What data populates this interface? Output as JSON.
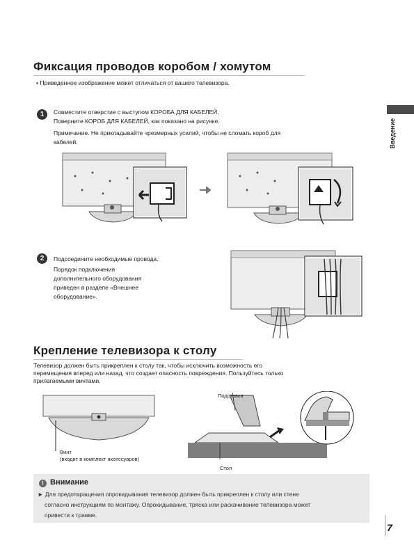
{
  "section1": {
    "title": "Фиксация проводов коробом / хомутом",
    "note": "▪ Приведенное изображение может отличаться от вашего телевизора."
  },
  "step1": {
    "number": "1",
    "lines": [
      "Совместите отверстие с выступом КОРОБА ДЛЯ КАБЕЛЕЙ.",
      "Поверните КОРОБ ДЛЯ КАБЕЛЕЙ, как показано на рисунке."
    ],
    "note_line1": "Примечание. Не прикладывайте чрезмерных усилий, чтобы не сломать короб для",
    "note_line2": "кабелей."
  },
  "step2": {
    "number": "2",
    "lines": [
      "Подсоедините необходимые провода.",
      "Порядок подключения",
      "дополнительного оборудования",
      "приведен в разделе «Внешнее",
      "оборудование»."
    ]
  },
  "section2": {
    "title": "Крепление телевизора к столу",
    "lines": [
      "Телевизор должен быть прикреплен к столу так, чтобы исключить возможность его",
      "перемещения вперед или назад, что создает опасность повреждения. Пользуйтесь только",
      "прилагаемыми винтами."
    ]
  },
  "labels": {
    "screw": "Винт",
    "screw_note": "(входит в комплект аксессуаров)",
    "stand": "Подставка",
    "table": "Стол"
  },
  "sidebar": {
    "label": "Введение"
  },
  "caution": {
    "icon": "warning-icon",
    "title": "Внимание",
    "lines": [
      "► Для предотвращения опрокидывания телевизор должен быть прикреплен к столу или стене",
      "согласно инструкциям по монтажу. Опрокидывание, тряска или раскачивание телевизора может",
      "привести к травме."
    ]
  },
  "page_number": "7"
}
